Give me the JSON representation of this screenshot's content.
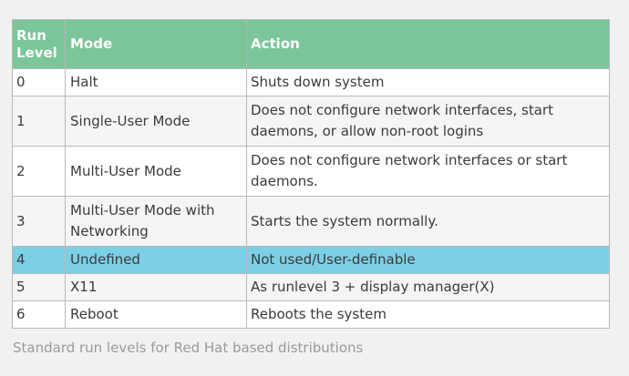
{
  "table": {
    "headers": [
      "Run Level",
      "Mode",
      "Action"
    ],
    "rows": [
      {
        "level": "0",
        "mode": "Halt",
        "action": "Shuts down system"
      },
      {
        "level": "1",
        "mode": "Single-User Mode",
        "action": "Does not configure network interfaces, start daemons, or allow non-root logins"
      },
      {
        "level": "2",
        "mode": "Multi-User Mode",
        "action": "Does not configure network interfaces or start daemons."
      },
      {
        "level": "3",
        "mode": "Multi-User Mode with Networking",
        "action": "Starts the system normally."
      },
      {
        "level": "4",
        "mode": "Undefined",
        "action": "Not used/User-definable"
      },
      {
        "level": "5",
        "mode": "X11",
        "action": "As runlevel 3 + display manager(X)"
      },
      {
        "level": "6",
        "mode": "Reboot",
        "action": "Reboots the system"
      }
    ],
    "highlighted_row": "4"
  },
  "caption": "Standard run levels for Red Hat based distributions",
  "colors": {
    "header_bg": "#7ac59a",
    "highlight_bg": "#7ccfe4",
    "page_bg": "#f1f1f1"
  }
}
